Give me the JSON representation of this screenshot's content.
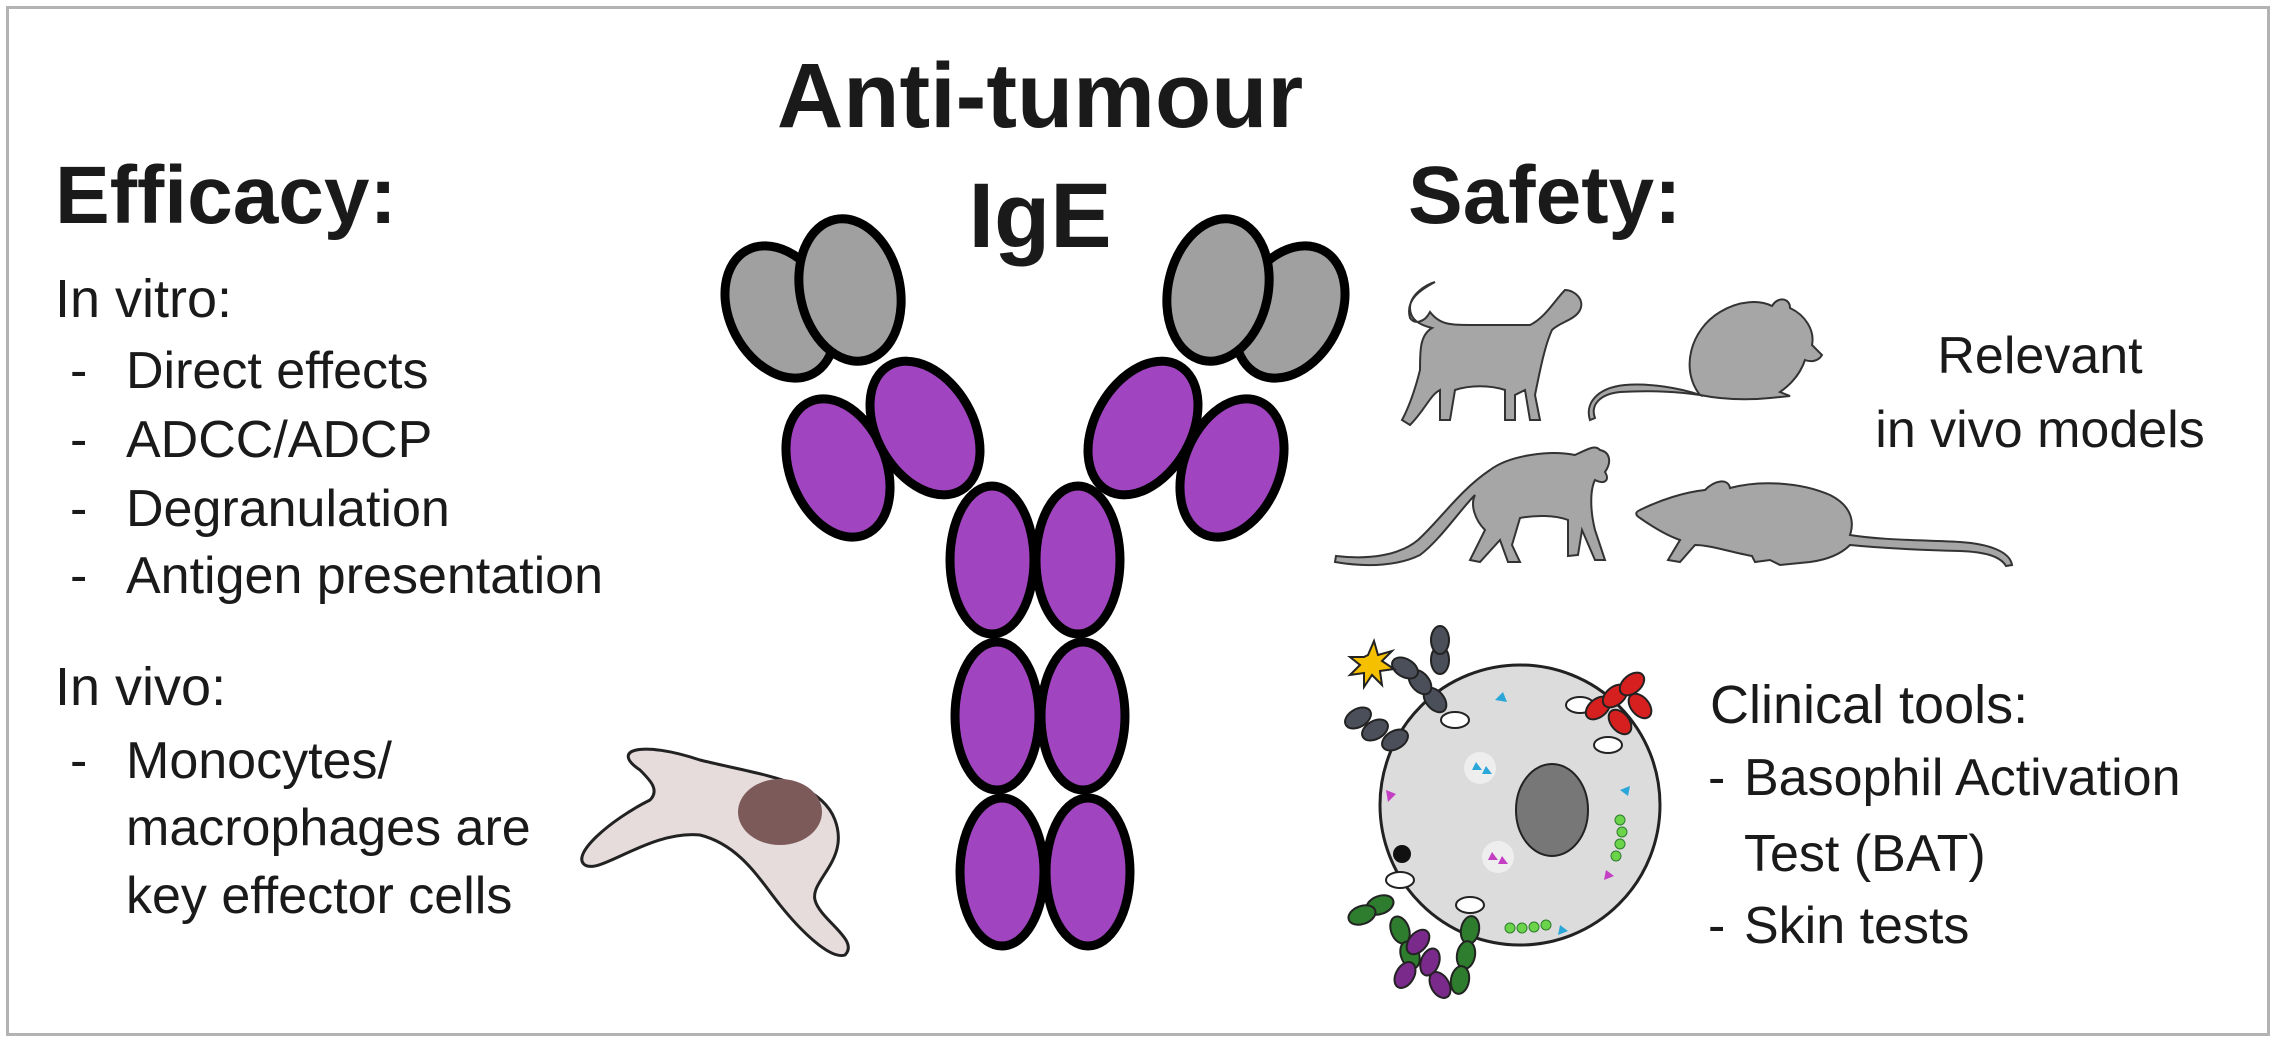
{
  "title": {
    "line1": "Anti-tumour",
    "line2": "IgE"
  },
  "efficacy": {
    "heading": "Efficacy:",
    "in_vitro": {
      "label": "In vitro:",
      "items": [
        "Direct effects",
        "ADCC/ADCP",
        "Degranulation",
        "Antigen presentation"
      ]
    },
    "in_vivo": {
      "label": "In vivo:",
      "item_lines": [
        "Monocytes/",
        "macrophages are",
        "key effector cells"
      ]
    }
  },
  "safety": {
    "heading": "Safety:",
    "models_label": [
      "Relevant",
      "in vivo models"
    ],
    "clinical": {
      "label": "Clinical tools:",
      "item1_lines": [
        "Basophil Activation",
        "Test (BAT)"
      ],
      "item2": "Skin tests"
    }
  },
  "colors": {
    "fab_light": "#a0a0a0",
    "chain_purple": "#a044bf",
    "animal_grey": "#a6a6a6",
    "macrophage_body": "#e6dcdc",
    "macrophage_nucleus": "#7d5a5a",
    "basophil_body": "#dcdcdc",
    "ige_red": "#d62020",
    "ige_green": "#2e7d2e",
    "ige_purple": "#7a2a8a",
    "ige_dark": "#4a4f5a",
    "antigen_yellow": "#f5c000"
  },
  "icons": [
    "dog-icon",
    "mouse-icon",
    "monkey-icon",
    "rat-icon",
    "macrophage-icon",
    "basophil-icon",
    "antibody-icon"
  ]
}
